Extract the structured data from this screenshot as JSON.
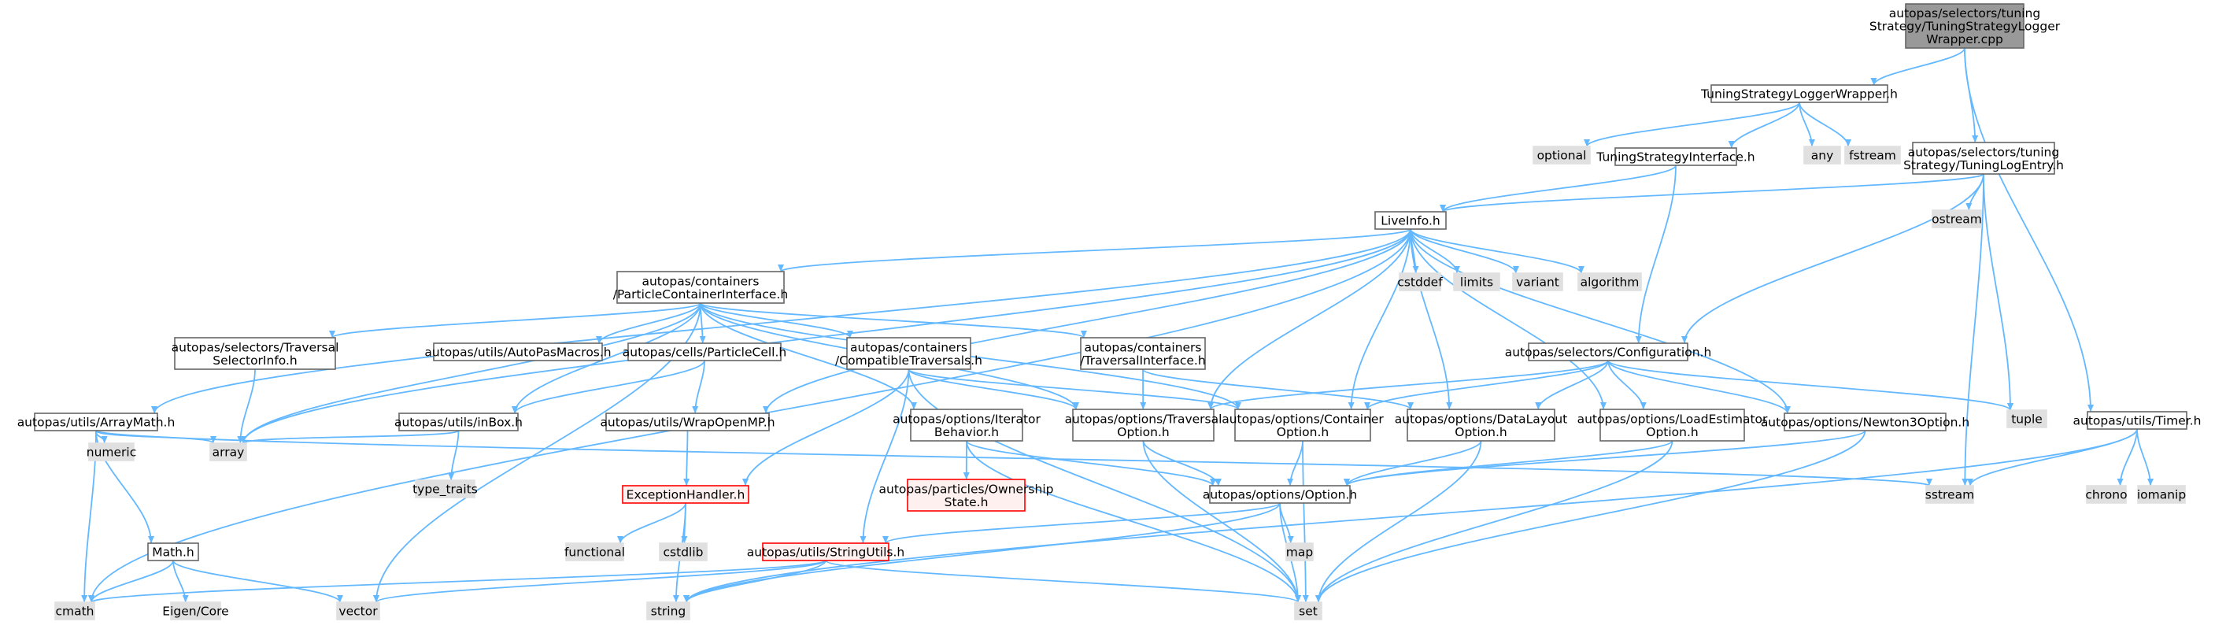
{
  "colors": {
    "edge": "#63b8ff",
    "root_fill": "#999999",
    "root_stroke": "#666666",
    "doc_fill": "#ffffff",
    "doc_stroke": "#666666",
    "sys_fill": "#e0e0e0",
    "sys_stroke": "#e0e0e0",
    "red_fill": "#fff0f0",
    "red_stroke": "#ff0000"
  },
  "nodes": [
    {
      "id": "root",
      "kind": "root",
      "lines": [
        "autopas/selectors/tuning",
        "Strategy/TuningStrategyLogger",
        "Wrapper.cpp"
      ]
    },
    {
      "id": "tslw",
      "kind": "doc",
      "lines": [
        "TuningStrategyLoggerWrapper.h"
      ]
    },
    {
      "id": "tle",
      "kind": "doc",
      "lines": [
        "autopas/selectors/tuning",
        "Strategy/TuningLogEntry.h"
      ]
    },
    {
      "id": "timer",
      "kind": "doc",
      "lines": [
        "autopas/utils/Timer.h"
      ]
    },
    {
      "id": "optional",
      "kind": "sys",
      "lines": [
        "optional"
      ]
    },
    {
      "id": "tsi",
      "kind": "doc",
      "lines": [
        "TuningStrategyInterface.h"
      ]
    },
    {
      "id": "any",
      "kind": "sys",
      "lines": [
        "any"
      ]
    },
    {
      "id": "fstream",
      "kind": "sys",
      "lines": [
        "fstream"
      ]
    },
    {
      "id": "liveinfo",
      "kind": "doc",
      "lines": [
        "LiveInfo.h"
      ]
    },
    {
      "id": "ostream",
      "kind": "sys",
      "lines": [
        "ostream"
      ]
    },
    {
      "id": "pci",
      "kind": "doc",
      "lines": [
        "autopas/containers",
        "/ParticleContainerInterface.h"
      ]
    },
    {
      "id": "cstddef",
      "kind": "sys",
      "lines": [
        "cstddef"
      ]
    },
    {
      "id": "limits",
      "kind": "sys",
      "lines": [
        "limits"
      ]
    },
    {
      "id": "variant",
      "kind": "sys",
      "lines": [
        "variant"
      ]
    },
    {
      "id": "algorithm",
      "kind": "sys",
      "lines": [
        "algorithm"
      ]
    },
    {
      "id": "tselinfo",
      "kind": "doc",
      "lines": [
        "autopas/selectors/Traversal",
        "SelectorInfo.h"
      ]
    },
    {
      "id": "macros",
      "kind": "doc",
      "lines": [
        "autopas/utils/AutoPasMacros.h"
      ]
    },
    {
      "id": "pcell",
      "kind": "doc",
      "lines": [
        "autopas/cells/ParticleCell.h"
      ]
    },
    {
      "id": "compat",
      "kind": "doc",
      "lines": [
        "autopas/containers",
        "/CompatibleTraversals.h"
      ]
    },
    {
      "id": "travint",
      "kind": "doc",
      "lines": [
        "autopas/containers",
        "/TraversalInterface.h"
      ]
    },
    {
      "id": "config",
      "kind": "doc",
      "lines": [
        "autopas/selectors/Configuration.h"
      ]
    },
    {
      "id": "tuple",
      "kind": "sys",
      "lines": [
        "tuple"
      ]
    },
    {
      "id": "arraymath",
      "kind": "doc",
      "lines": [
        "autopas/utils/ArrayMath.h"
      ]
    },
    {
      "id": "inbox",
      "kind": "doc",
      "lines": [
        "autopas/utils/inBox.h"
      ]
    },
    {
      "id": "wrapomp",
      "kind": "doc",
      "lines": [
        "autopas/utils/WrapOpenMP.h"
      ]
    },
    {
      "id": "iterbeh",
      "kind": "doc",
      "lines": [
        "autopas/options/Iterator",
        "Behavior.h"
      ]
    },
    {
      "id": "travopt",
      "kind": "doc",
      "lines": [
        "autopas/options/Traversal",
        "Option.h"
      ]
    },
    {
      "id": "contopt",
      "kind": "doc",
      "lines": [
        "autopas/options/Container",
        "Option.h"
      ]
    },
    {
      "id": "dlopt",
      "kind": "doc",
      "lines": [
        "autopas/options/DataLayout",
        "Option.h"
      ]
    },
    {
      "id": "leopt",
      "kind": "doc",
      "lines": [
        "autopas/options/LoadEstimator",
        "Option.h"
      ]
    },
    {
      "id": "n3opt",
      "kind": "doc",
      "lines": [
        "autopas/options/Newton3Option.h"
      ]
    },
    {
      "id": "numeric",
      "kind": "sys",
      "lines": [
        "numeric"
      ]
    },
    {
      "id": "array",
      "kind": "sys",
      "lines": [
        "array"
      ]
    },
    {
      "id": "typetraits",
      "kind": "sys",
      "lines": [
        "type_traits"
      ]
    },
    {
      "id": "exch",
      "kind": "red",
      "lines": [
        "ExceptionHandler.h"
      ]
    },
    {
      "id": "ownstate",
      "kind": "red",
      "lines": [
        "autopas/particles/Ownership",
        "State.h"
      ]
    },
    {
      "id": "option",
      "kind": "doc",
      "lines": [
        "autopas/options/Option.h"
      ]
    },
    {
      "id": "sstream",
      "kind": "sys",
      "lines": [
        "sstream"
      ]
    },
    {
      "id": "chrono",
      "kind": "sys",
      "lines": [
        "chrono"
      ]
    },
    {
      "id": "iomanip",
      "kind": "sys",
      "lines": [
        "iomanip"
      ]
    },
    {
      "id": "math",
      "kind": "doc",
      "lines": [
        "Math.h"
      ]
    },
    {
      "id": "functional",
      "kind": "sys",
      "lines": [
        "functional"
      ]
    },
    {
      "id": "cstdlib",
      "kind": "sys",
      "lines": [
        "cstdlib"
      ]
    },
    {
      "id": "strutils",
      "kind": "red",
      "lines": [
        "autopas/utils/StringUtils.h"
      ]
    },
    {
      "id": "map",
      "kind": "sys",
      "lines": [
        "map"
      ]
    },
    {
      "id": "cmath",
      "kind": "sys",
      "lines": [
        "cmath"
      ]
    },
    {
      "id": "eigen",
      "kind": "sys",
      "lines": [
        "Eigen/Core"
      ]
    },
    {
      "id": "vector",
      "kind": "sys",
      "lines": [
        "vector"
      ]
    },
    {
      "id": "string",
      "kind": "sys",
      "lines": [
        "string"
      ]
    },
    {
      "id": "set",
      "kind": "sys",
      "lines": [
        "set"
      ]
    }
  ],
  "edges": [
    [
      "root",
      "tslw"
    ],
    [
      "root",
      "tle"
    ],
    [
      "root",
      "timer"
    ],
    [
      "tslw",
      "optional"
    ],
    [
      "tslw",
      "tsi"
    ],
    [
      "tslw",
      "any"
    ],
    [
      "tslw",
      "fstream"
    ],
    [
      "tsi",
      "liveinfo"
    ],
    [
      "tsi",
      "config"
    ],
    [
      "tle",
      "liveinfo"
    ],
    [
      "tle",
      "ostream"
    ],
    [
      "tle",
      "config"
    ],
    [
      "tle",
      "tuple"
    ],
    [
      "tle",
      "sstream"
    ],
    [
      "timer",
      "sstream"
    ],
    [
      "timer",
      "chrono"
    ],
    [
      "timer",
      "iomanip"
    ],
    [
      "timer",
      "string"
    ],
    [
      "liveinfo",
      "pci"
    ],
    [
      "liveinfo",
      "cstddef"
    ],
    [
      "liveinfo",
      "limits"
    ],
    [
      "liveinfo",
      "variant"
    ],
    [
      "liveinfo",
      "algorithm"
    ],
    [
      "liveinfo",
      "arraymath"
    ],
    [
      "liveinfo",
      "array"
    ],
    [
      "liveinfo",
      "wrapomp"
    ],
    [
      "liveinfo",
      "travopt"
    ],
    [
      "liveinfo",
      "contopt"
    ],
    [
      "liveinfo",
      "dlopt"
    ],
    [
      "liveinfo",
      "leopt"
    ],
    [
      "liveinfo",
      "n3opt"
    ],
    [
      "liveinfo",
      "cmath"
    ],
    [
      "pci",
      "tselinfo"
    ],
    [
      "pci",
      "macros"
    ],
    [
      "pci",
      "pcell"
    ],
    [
      "pci",
      "compat"
    ],
    [
      "pci",
      "travint"
    ],
    [
      "pci",
      "inbox"
    ],
    [
      "pci",
      "iterbeh"
    ],
    [
      "pci",
      "travopt"
    ],
    [
      "pci",
      "contopt"
    ],
    [
      "pci",
      "vector"
    ],
    [
      "pci",
      "array"
    ],
    [
      "tselinfo",
      "array"
    ],
    [
      "pcell",
      "inbox"
    ],
    [
      "pcell",
      "wrapomp"
    ],
    [
      "compat",
      "travopt"
    ],
    [
      "compat",
      "contopt"
    ],
    [
      "compat",
      "exch"
    ],
    [
      "compat",
      "strutils"
    ],
    [
      "compat",
      "set"
    ],
    [
      "travint",
      "travopt"
    ],
    [
      "travint",
      "dlopt"
    ],
    [
      "config",
      "travopt"
    ],
    [
      "config",
      "contopt"
    ],
    [
      "config",
      "dlopt"
    ],
    [
      "config",
      "leopt"
    ],
    [
      "config",
      "n3opt"
    ],
    [
      "config",
      "tuple"
    ],
    [
      "arraymath",
      "numeric"
    ],
    [
      "arraymath",
      "array"
    ],
    [
      "arraymath",
      "math"
    ],
    [
      "arraymath",
      "cmath"
    ],
    [
      "arraymath",
      "sstream"
    ],
    [
      "inbox",
      "array"
    ],
    [
      "inbox",
      "typetraits"
    ],
    [
      "wrapomp",
      "exch"
    ],
    [
      "iterbeh",
      "ownstate"
    ],
    [
      "iterbeh",
      "option"
    ],
    [
      "iterbeh",
      "set"
    ],
    [
      "travopt",
      "option"
    ],
    [
      "travopt",
      "set"
    ],
    [
      "contopt",
      "option"
    ],
    [
      "contopt",
      "set"
    ],
    [
      "dlopt",
      "option"
    ],
    [
      "dlopt",
      "set"
    ],
    [
      "leopt",
      "option"
    ],
    [
      "leopt",
      "set"
    ],
    [
      "n3opt",
      "option"
    ],
    [
      "n3opt",
      "set"
    ],
    [
      "exch",
      "functional"
    ],
    [
      "exch",
      "cstdlib"
    ],
    [
      "exch",
      "string"
    ],
    [
      "option",
      "strutils"
    ],
    [
      "option",
      "map"
    ],
    [
      "option",
      "set"
    ],
    [
      "option",
      "string"
    ],
    [
      "strutils",
      "cmath"
    ],
    [
      "strutils",
      "vector"
    ],
    [
      "strutils",
      "string"
    ],
    [
      "strutils",
      "set"
    ],
    [
      "math",
      "cmath"
    ],
    [
      "math",
      "eigen"
    ],
    [
      "math",
      "vector"
    ]
  ]
}
